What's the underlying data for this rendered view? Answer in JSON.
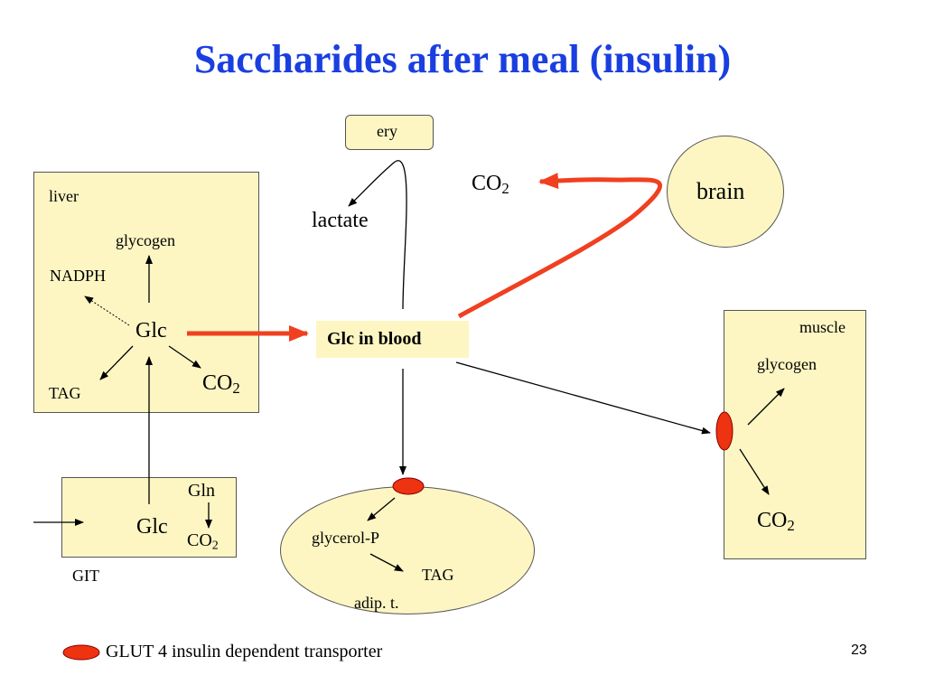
{
  "title": "Saccharides after meal (insulin)",
  "ery": "ery",
  "lactate": "lactate",
  "co2_base": "CO",
  "co2_sub": "2",
  "brain": "brain",
  "liver": {
    "label": "liver",
    "glycogen": "glycogen",
    "nadph": "NADPH",
    "glc": "Glc",
    "tag": "TAG"
  },
  "blood": "Glc in blood",
  "muscle": {
    "label": "muscle",
    "glycogen": "glycogen"
  },
  "git": {
    "label": "GIT",
    "glc": "Glc",
    "gln": "Gln"
  },
  "adipose": {
    "label": "adip. t.",
    "glycerol_p": "glycerol-P",
    "tag": "TAG"
  },
  "legend": "GLUT 4 insulin dependent transporter",
  "page_number": "23",
  "colors": {
    "title": "#1a3fe0",
    "box_fill": "#fdf6c3",
    "transporter": "#ee3311",
    "red_arrow": "#f04020"
  }
}
